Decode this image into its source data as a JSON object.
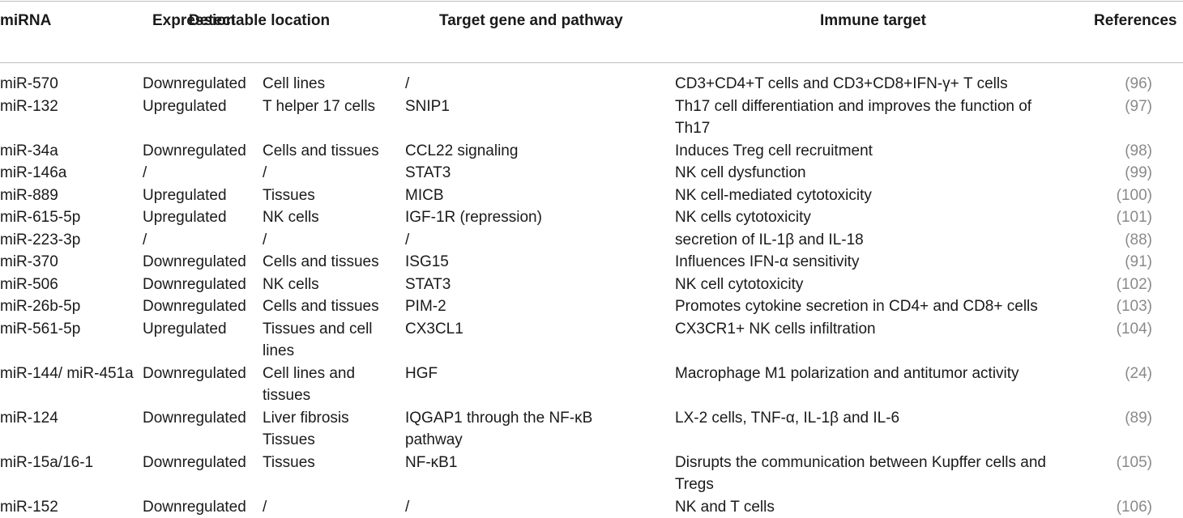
{
  "headers": {
    "mirna": "miRNA",
    "expression": "Expression",
    "location": "Detectable location",
    "target": "Target gene and pathway",
    "immune": "Immune target",
    "references": "References"
  },
  "rows": [
    {
      "mirna": "miR-570",
      "expression": "Downregulated",
      "location": "Cell lines",
      "target": "/",
      "immune": "CD3+CD4+T cells and CD3+CD8+IFN-γ+ T cells",
      "ref": "(96)",
      "lines": 1
    },
    {
      "mirna": "miR-132",
      "expression": "Upregulated",
      "location": "T helper 17 cells",
      "target": "SNIP1",
      "immune": "Th17 cell differentiation and improves the function of Th17",
      "ref": "(97)",
      "lines": 2
    },
    {
      "mirna": "miR-34a",
      "expression": "Downregulated",
      "location": "Cells and tissues",
      "target": "CCL22 signaling",
      "immune": "Induces Treg cell recruitment",
      "ref": "(98)",
      "lines": 1
    },
    {
      "mirna": "miR-146a",
      "expression": "/",
      "location": "/",
      "target": "STAT3",
      "immune": "NK cell dysfunction",
      "ref": "(99)",
      "lines": 1
    },
    {
      "mirna": "miR-889",
      "expression": "Upregulated",
      "location": "Tissues",
      "target": "MICB",
      "immune": "NK cell-mediated cytotoxicity",
      "ref": "(100)",
      "lines": 1
    },
    {
      "mirna": "miR-615-5p",
      "expression": "Upregulated",
      "location": "NK cells",
      "target": "IGF-1R (repression)",
      "immune": "NK cells cytotoxicity",
      "ref": "(101)",
      "lines": 1
    },
    {
      "mirna": "miR-223-3p",
      "expression": "/",
      "location": "/",
      "target": "/",
      "immune": "secretion of IL-1β and IL-18",
      "ref": "(88)",
      "lines": 1
    },
    {
      "mirna": "miR-370",
      "expression": "Downregulated",
      "location": "Cells and tissues",
      "target": "ISG15",
      "immune": "Influences IFN-α sensitivity",
      "ref": "(91)",
      "lines": 1
    },
    {
      "mirna": "miR-506",
      "expression": "Downregulated",
      "location": "NK cells",
      "target": "STAT3",
      "immune": "NK cell cytotoxicity",
      "ref": "(102)",
      "lines": 1
    },
    {
      "mirna": "miR-26b-5p",
      "expression": "Downregulated",
      "location": "Cells and tissues",
      "target": "PIM-2",
      "immune": "Promotes cytokine secretion in CD4+ and CD8+ cells",
      "ref": "(103)",
      "lines": 1
    },
    {
      "mirna": "miR-561-5p",
      "expression": "Upregulated",
      "location": "Tissues and cell lines",
      "target": "CX3CL1",
      "immune": "CX3CR1+ NK cells infiltration",
      "ref": "(104)",
      "lines": 2
    },
    {
      "mirna": "miR-144/ miR-451a",
      "expression": "Downregulated",
      "location": "Cell lines and tissues",
      "target": "HGF",
      "immune": "Macrophage M1 polarization and antitumor activity",
      "ref": "(24)",
      "lines": 2
    },
    {
      "mirna": "miR-124",
      "expression": "Downregulated",
      "location": "Liver fibrosis Tissues",
      "target": "IQGAP1 through the NF-κB pathway",
      "immune": "LX-2 cells, TNF-α, IL-1β and IL-6",
      "ref": "(89)",
      "lines": 2
    },
    {
      "mirna": "miR-15a/16-1",
      "expression": "Downregulated",
      "location": "Tissues",
      "target": "NF-κB1",
      "immune": "Disrupts the communication between Kupffer cells and Tregs",
      "ref": "(105)",
      "lines": 2
    },
    {
      "mirna": "miR-152",
      "expression": "Downregulated",
      "location": "/",
      "target": "/",
      "immune": "NK and T cells",
      "ref": "(106)",
      "lines": 1
    }
  ]
}
